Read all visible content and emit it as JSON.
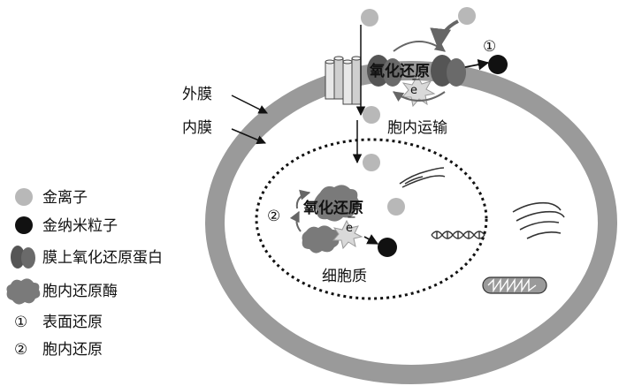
{
  "labels": {
    "outer_membrane": "外膜",
    "inner_membrane": "内膜",
    "redox_top": "氧化还原",
    "electron_top": "e",
    "electron_top_sign": "−",
    "intracellular_transport": "胞内运输",
    "redox_inner": "氧化还原",
    "electron_inner": "e",
    "electron_inner_sign": "−",
    "cytoplasm": "细胞质",
    "step_surface_marker": "①",
    "step_intracellular_marker": "②"
  },
  "legend": {
    "items": [
      {
        "icon": "gold-ion-icon",
        "label": "金离子"
      },
      {
        "icon": "gold-nanoparticle-icon",
        "label": "金纳米粒子"
      },
      {
        "icon": "membrane-protein-icon",
        "label": "膜上氧化还原蛋白"
      },
      {
        "icon": "enzyme-icon",
        "label": "胞内还原酶"
      },
      {
        "marker": "①",
        "label": "表面还原"
      },
      {
        "marker": "②",
        "label": "胞内还原"
      }
    ]
  },
  "colors": {
    "membrane": "#9a9a9a",
    "gold_ion": "#b8b8b8",
    "gold_nanoparticle": "#111111",
    "protein": "#555555",
    "enzyme": "#7a7a7a"
  }
}
